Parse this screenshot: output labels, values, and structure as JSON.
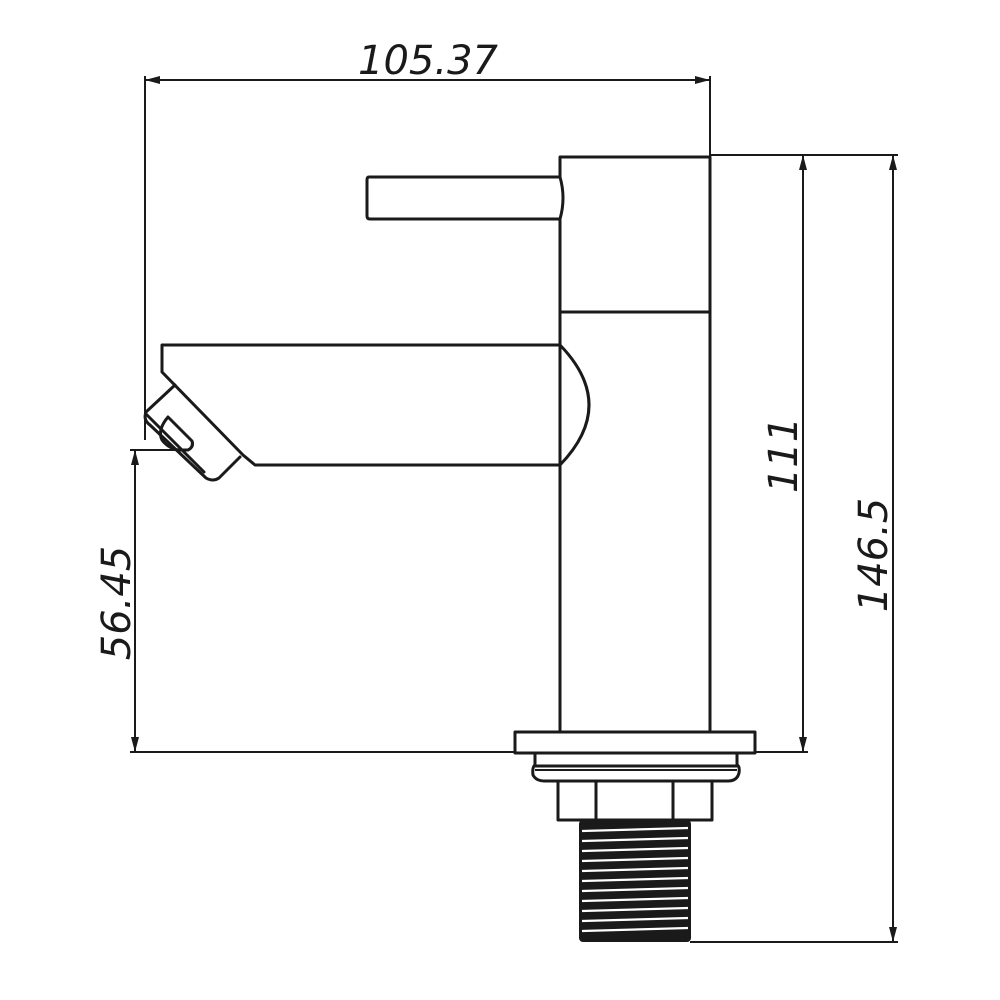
{
  "drawing": {
    "subject": "single-lever basin faucet, side elevation",
    "units": "mm",
    "stroke_color": "#1a1a1a",
    "background": "#ffffff"
  },
  "dimensions": {
    "overall_width": {
      "label": "105.37",
      "orientation": "horizontal",
      "position": "top"
    },
    "body_height": {
      "label": "111",
      "orientation": "vertical",
      "position": "right-inner"
    },
    "overall_height": {
      "label": "146.5",
      "orientation": "vertical",
      "position": "right-outer"
    },
    "spout_height": {
      "label": "56.45",
      "orientation": "vertical",
      "position": "left"
    }
  },
  "parts": [
    "lever-handle",
    "body",
    "spout",
    "aerator",
    "base-flange",
    "washer",
    "lock-nut",
    "threaded-shank"
  ]
}
